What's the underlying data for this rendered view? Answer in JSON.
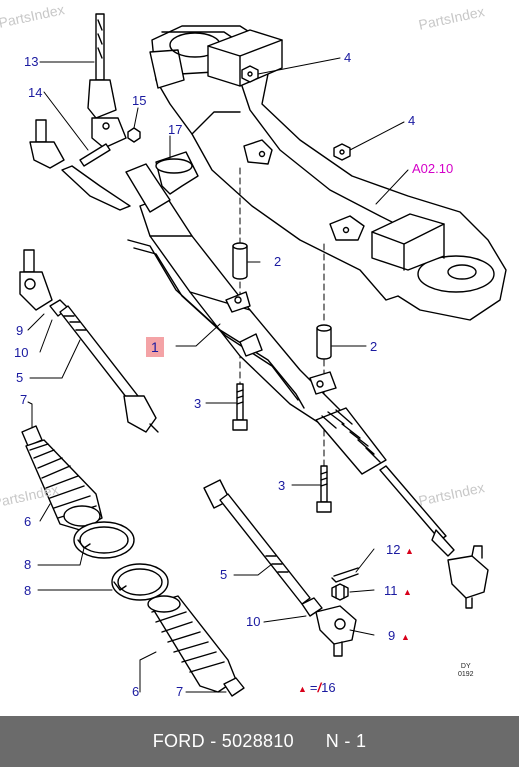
{
  "watermark": "PartsIndex",
  "callouts": {
    "c13": "13",
    "c14": "14",
    "c15": "15",
    "c17": "17",
    "c4a": "4",
    "c4b": "4",
    "ref": "A02.10",
    "c2a": "2",
    "c2b": "2",
    "c1": "1",
    "c9a": "9",
    "c10a": "10",
    "c5a": "5",
    "c3a": "3",
    "c3b": "3",
    "c7a": "7",
    "c6a": "6",
    "c8a": "8",
    "c8b": "8",
    "c12": "12",
    "c11": "11",
    "c5b": "5",
    "c10b": "10",
    "c9b": "9",
    "c6b": "6",
    "c7b": "7"
  },
  "legend": {
    "equals": "=",
    "slash": "/",
    "value": "16"
  },
  "stamp": {
    "line1": "DY",
    "line2": "0192"
  },
  "footer": "FORD - 5028810      N - 1",
  "colors": {
    "callout": "#1a1aa0",
    "reference": "#d400c8",
    "highlight": "#f4a3a6",
    "marker": "#d8001a",
    "footer_bg": "#6b6b6b"
  }
}
